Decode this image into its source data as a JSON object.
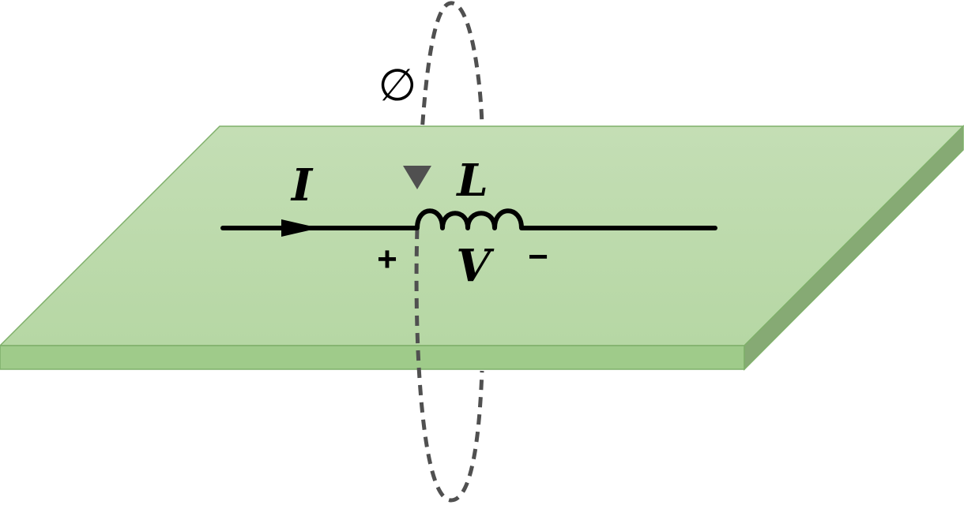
{
  "labels": {
    "flux": "∅",
    "current": "I",
    "inductance": "L",
    "voltage": "V",
    "plus": "+",
    "minus": "−"
  },
  "colors": {
    "plane_top": "#c4deb5",
    "plane_top_bottom": "#b6d7a4",
    "plane_front": "#9fcb8a",
    "plane_side": "#86aa74",
    "plane_edge": "#7fb06a",
    "flux_loop": "#505050",
    "wire": "#000000"
  },
  "icons": {
    "flux_arrow": "downward-arrowhead-icon",
    "current_arrow": "right-arrowhead-icon",
    "inductor": "coil-icon"
  }
}
